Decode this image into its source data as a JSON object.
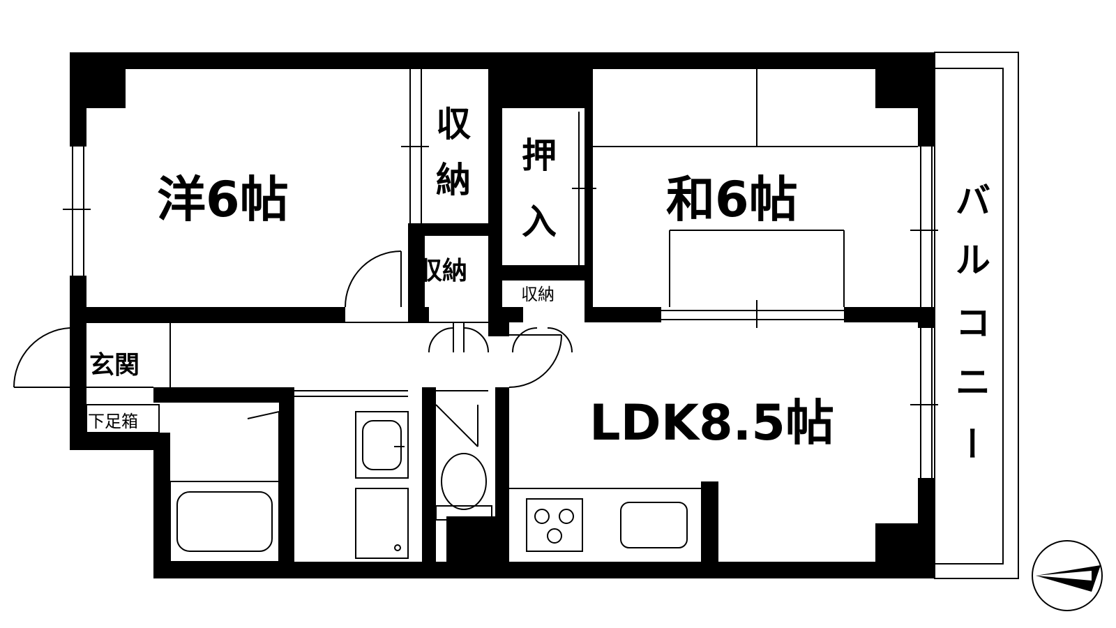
{
  "rooms": {
    "western_room": "洋6帖",
    "storage_top": [
      "収",
      "納"
    ],
    "closet_oshiire": [
      "押",
      "入"
    ],
    "japanese_room": "和6帖",
    "storage_mid": "収納",
    "storage_small": "収納",
    "entrance": "玄関",
    "shoe_box": "下足箱",
    "ldk": "LDK8.5帖",
    "balcony": [
      "バ",
      "ル",
      "コ",
      "ニ",
      "ー"
    ]
  },
  "colors": {
    "wall": "#000000",
    "line": "#000000",
    "background": "#ffffff"
  },
  "icons": [
    "compass-icon",
    "stove-icon",
    "sink-icon",
    "toilet-icon",
    "bathtub-icon",
    "washbasin-icon"
  ]
}
